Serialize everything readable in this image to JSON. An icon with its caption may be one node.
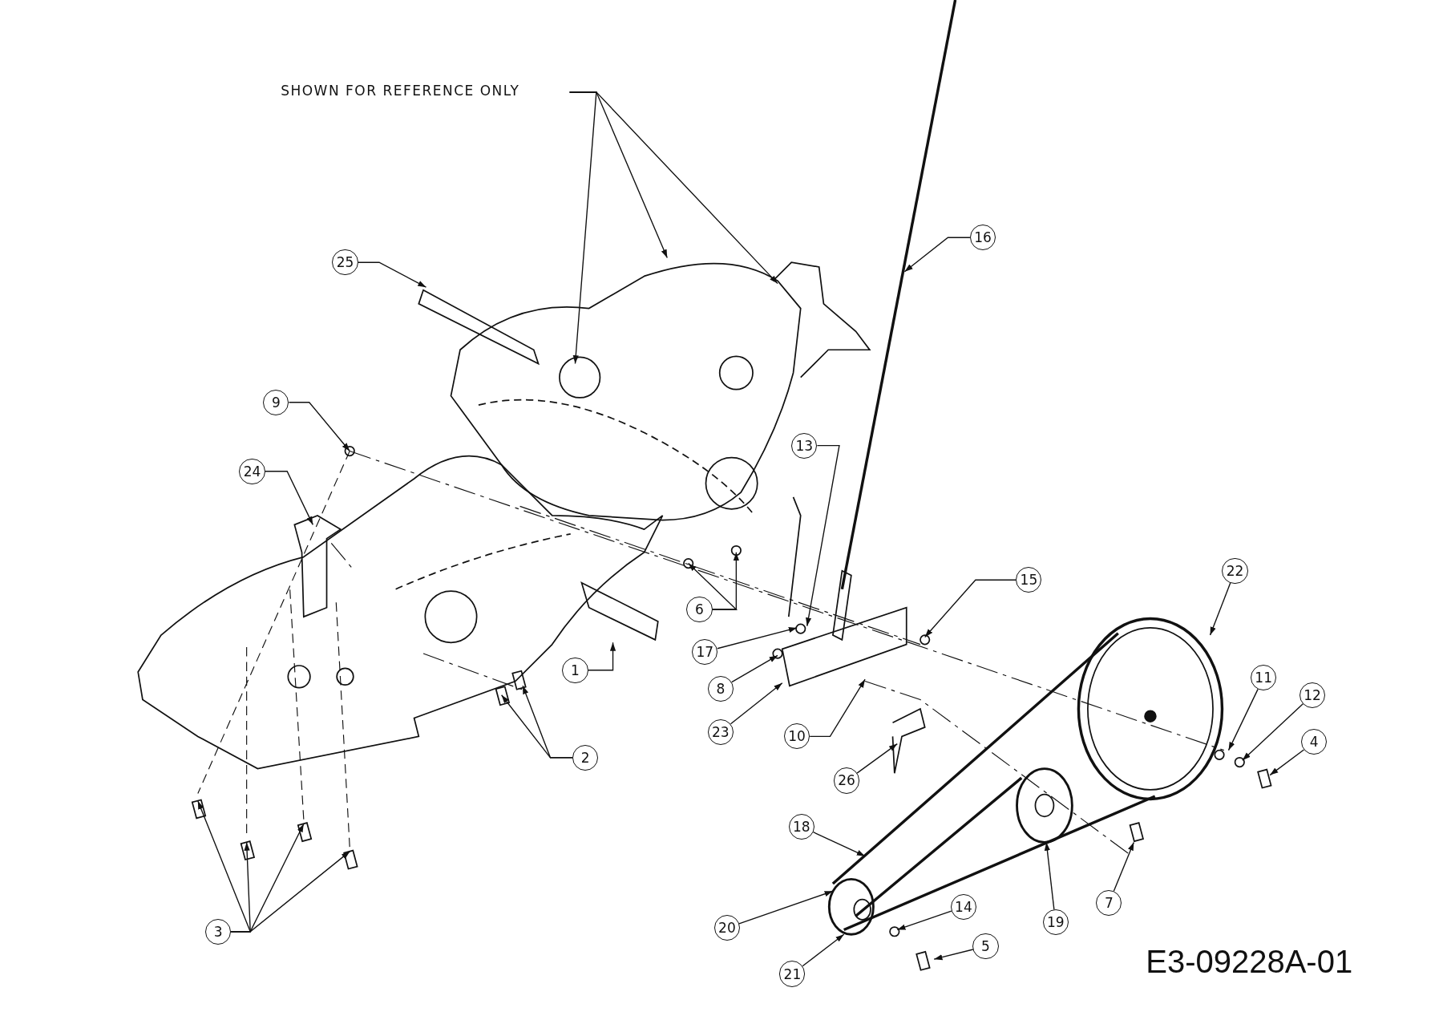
{
  "diagram": {
    "nodes": [
      {
        "text": [
          "SHOWN FOR REFERENCE ONLY"
        ]
      },
      {
        "text": [
          "25"
        ]
      },
      {
        "text": [
          "16"
        ]
      },
      {
        "text": [
          "9"
        ]
      },
      {
        "text": [
          "24"
        ]
      },
      {
        "text": [
          "13"
        ]
      },
      {
        "text": [
          "15"
        ]
      },
      {
        "text": [
          "22"
        ]
      },
      {
        "text": [
          "6"
        ]
      },
      {
        "text": [
          "17"
        ]
      },
      {
        "text": [
          "1"
        ]
      },
      {
        "text": [
          "8"
        ]
      },
      {
        "text": [
          "11"
        ]
      },
      {
        "text": [
          "12"
        ]
      },
      {
        "text": [
          "23"
        ]
      },
      {
        "text": [
          "10"
        ]
      },
      {
        "text": [
          "4"
        ]
      },
      {
        "text": [
          "2"
        ]
      },
      {
        "text": [
          "26"
        ]
      },
      {
        "text": [
          "18"
        ]
      },
      {
        "text": [
          "7"
        ]
      },
      {
        "text": [
          "14"
        ]
      },
      {
        "text": [
          "19"
        ]
      },
      {
        "text": [
          "20"
        ]
      },
      {
        "text": [
          "3"
        ]
      },
      {
        "text": [
          "5"
        ]
      },
      {
        "text": [
          "21"
        ]
      }
    ],
    "edges": [
      {
        "from": 0,
        "to": null,
        "arrow": "to"
      },
      {
        "from": 0,
        "to": null,
        "arrow": "to"
      },
      {
        "from": 0,
        "to": null,
        "arrow": "to"
      },
      {
        "from": 1,
        "to": null,
        "arrow": "to"
      },
      {
        "from": 2,
        "to": null,
        "arrow": "to"
      },
      {
        "from": 3,
        "to": null,
        "arrow": "to"
      },
      {
        "from": 4,
        "to": null,
        "arrow": "to"
      },
      {
        "from": 5,
        "to": null,
        "arrow": "to"
      },
      {
        "from": 6,
        "to": null,
        "arrow": "to"
      },
      {
        "from": 7,
        "to": null,
        "arrow": "to"
      },
      {
        "from": 8,
        "to": null,
        "arrow": "to"
      },
      {
        "from": 8,
        "to": null,
        "arrow": "to"
      },
      {
        "from": 9,
        "to": null,
        "arrow": "to"
      },
      {
        "from": 10,
        "to": null,
        "arrow": "to"
      },
      {
        "from": 11,
        "to": null,
        "arrow": "to"
      },
      {
        "from": 12,
        "to": null,
        "arrow": "to"
      },
      {
        "from": 13,
        "to": null,
        "arrow": "to"
      },
      {
        "from": 14,
        "to": null,
        "arrow": "to"
      },
      {
        "from": 15,
        "to": null,
        "arrow": "to"
      },
      {
        "from": 16,
        "to": null,
        "arrow": "to"
      },
      {
        "from": 17,
        "to": null,
        "arrow": "to"
      },
      {
        "from": 17,
        "to": null,
        "arrow": "to"
      },
      {
        "from": 18,
        "to": null,
        "arrow": "to"
      },
      {
        "from": 19,
        "to": null,
        "arrow": "to"
      },
      {
        "from": 20,
        "to": null,
        "arrow": "to"
      },
      {
        "from": 21,
        "to": null,
        "arrow": "to"
      },
      {
        "from": 22,
        "to": null,
        "arrow": "to"
      },
      {
        "from": 23,
        "to": null,
        "arrow": "to"
      },
      {
        "from": 24,
        "to": null,
        "arrow": "to"
      },
      {
        "from": 24,
        "to": null,
        "arrow": "to"
      },
      {
        "from": 24,
        "to": null,
        "arrow": "to"
      },
      {
        "from": 24,
        "to": null,
        "arrow": "to"
      },
      {
        "from": 25,
        "to": null,
        "arrow": "to"
      },
      {
        "from": 26,
        "to": null,
        "arrow": "to"
      }
    ],
    "labels": [
      "E3-09228A-01"
    ]
  }
}
